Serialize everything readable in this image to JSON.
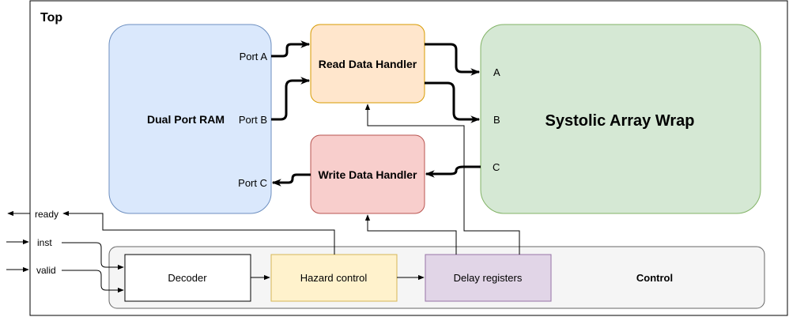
{
  "top": {
    "title": "Top"
  },
  "ram": {
    "title": "Dual Port RAM",
    "port_a": "Port A",
    "port_b": "Port B",
    "port_c": "Port C"
  },
  "read_handler": {
    "title": "Read Data Handler"
  },
  "write_handler": {
    "title": "Write Data Handler"
  },
  "systolic": {
    "title": "Systolic Array Wrap",
    "port_a": "A",
    "port_b": "B",
    "port_c": "C"
  },
  "control": {
    "title": "Control",
    "decoder": "Decoder",
    "hazard": "Hazard control",
    "delay": "Delay registers"
  },
  "signals": {
    "ready": "ready",
    "inst": "inst",
    "valid": "valid"
  },
  "colors": {
    "ram_fill": "#dae8fc",
    "ram_stroke": "#6c8ebf",
    "read_fill": "#ffe6cc",
    "read_stroke": "#d79b00",
    "write_fill": "#f8cecc",
    "write_stroke": "#b85450",
    "systolic_fill": "#d5e8d4",
    "systolic_stroke": "#82b366",
    "control_fill": "#f5f5f5",
    "control_stroke": "#666666",
    "hazard_fill": "#fff2cc",
    "hazard_stroke": "#d6b656",
    "delay_fill": "#e1d5e7",
    "delay_stroke": "#9673a6"
  }
}
